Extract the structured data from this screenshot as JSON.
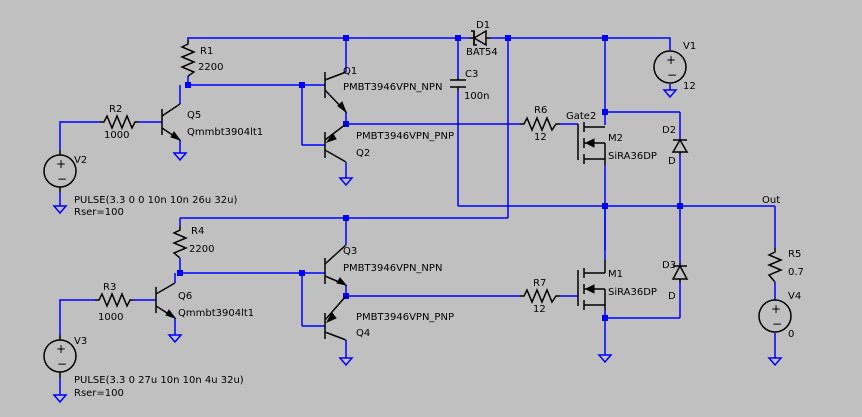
{
  "labels": {
    "r1": "R1",
    "r1_val": "2200",
    "r2": "R2",
    "r2_val": "1000",
    "r3": "R3",
    "r3_val": "1000",
    "r4": "R4",
    "r4_val": "2200",
    "r5": "R5",
    "r5_val": "0.7",
    "r6": "R6",
    "r6_val": "12",
    "r7": "R7",
    "r7_val": "12",
    "q1": "Q1",
    "q1_model": "PMBT3946VPN_NPN",
    "q2": "Q2",
    "q2_model": "PMBT3946VPN_PNP",
    "q3": "Q3",
    "q3_model": "PMBT3946VPN_NPN",
    "q4": "Q4",
    "q4_model": "PMBT3946VPN_PNP",
    "q5": "Q5",
    "q5_model": "Qmmbt3904lt1",
    "q6": "Q6",
    "q6_model": "Qmmbt3904lt1",
    "m1": "M1",
    "m1_model": "SiRA36DP",
    "m2": "M2",
    "m2_model": "SiRA36DP",
    "d1": "D1",
    "d1_model": "BAT54",
    "d2": "D2",
    "d2_model": "D",
    "d3": "D3",
    "d3_model": "D",
    "c3": "C3",
    "c3_val": "100n",
    "v1": "V1",
    "v1_val": "12",
    "v2": "V2",
    "v2_val": "PULSE(3.3 0 0 10n 10n 26u 32u)",
    "v2_rser": "Rser=100",
    "v3": "V3",
    "v3_val": "PULSE(3.3 0 27u 10n 10n 4u 32u)",
    "v3_rser": "Rser=100",
    "v4": "V4",
    "v4_val": "0",
    "net_gate2": "Gate2",
    "net_out": "Out"
  },
  "colors": {
    "background": "#c0c0c0",
    "wire": "#0000ff",
    "component": "#000000"
  }
}
